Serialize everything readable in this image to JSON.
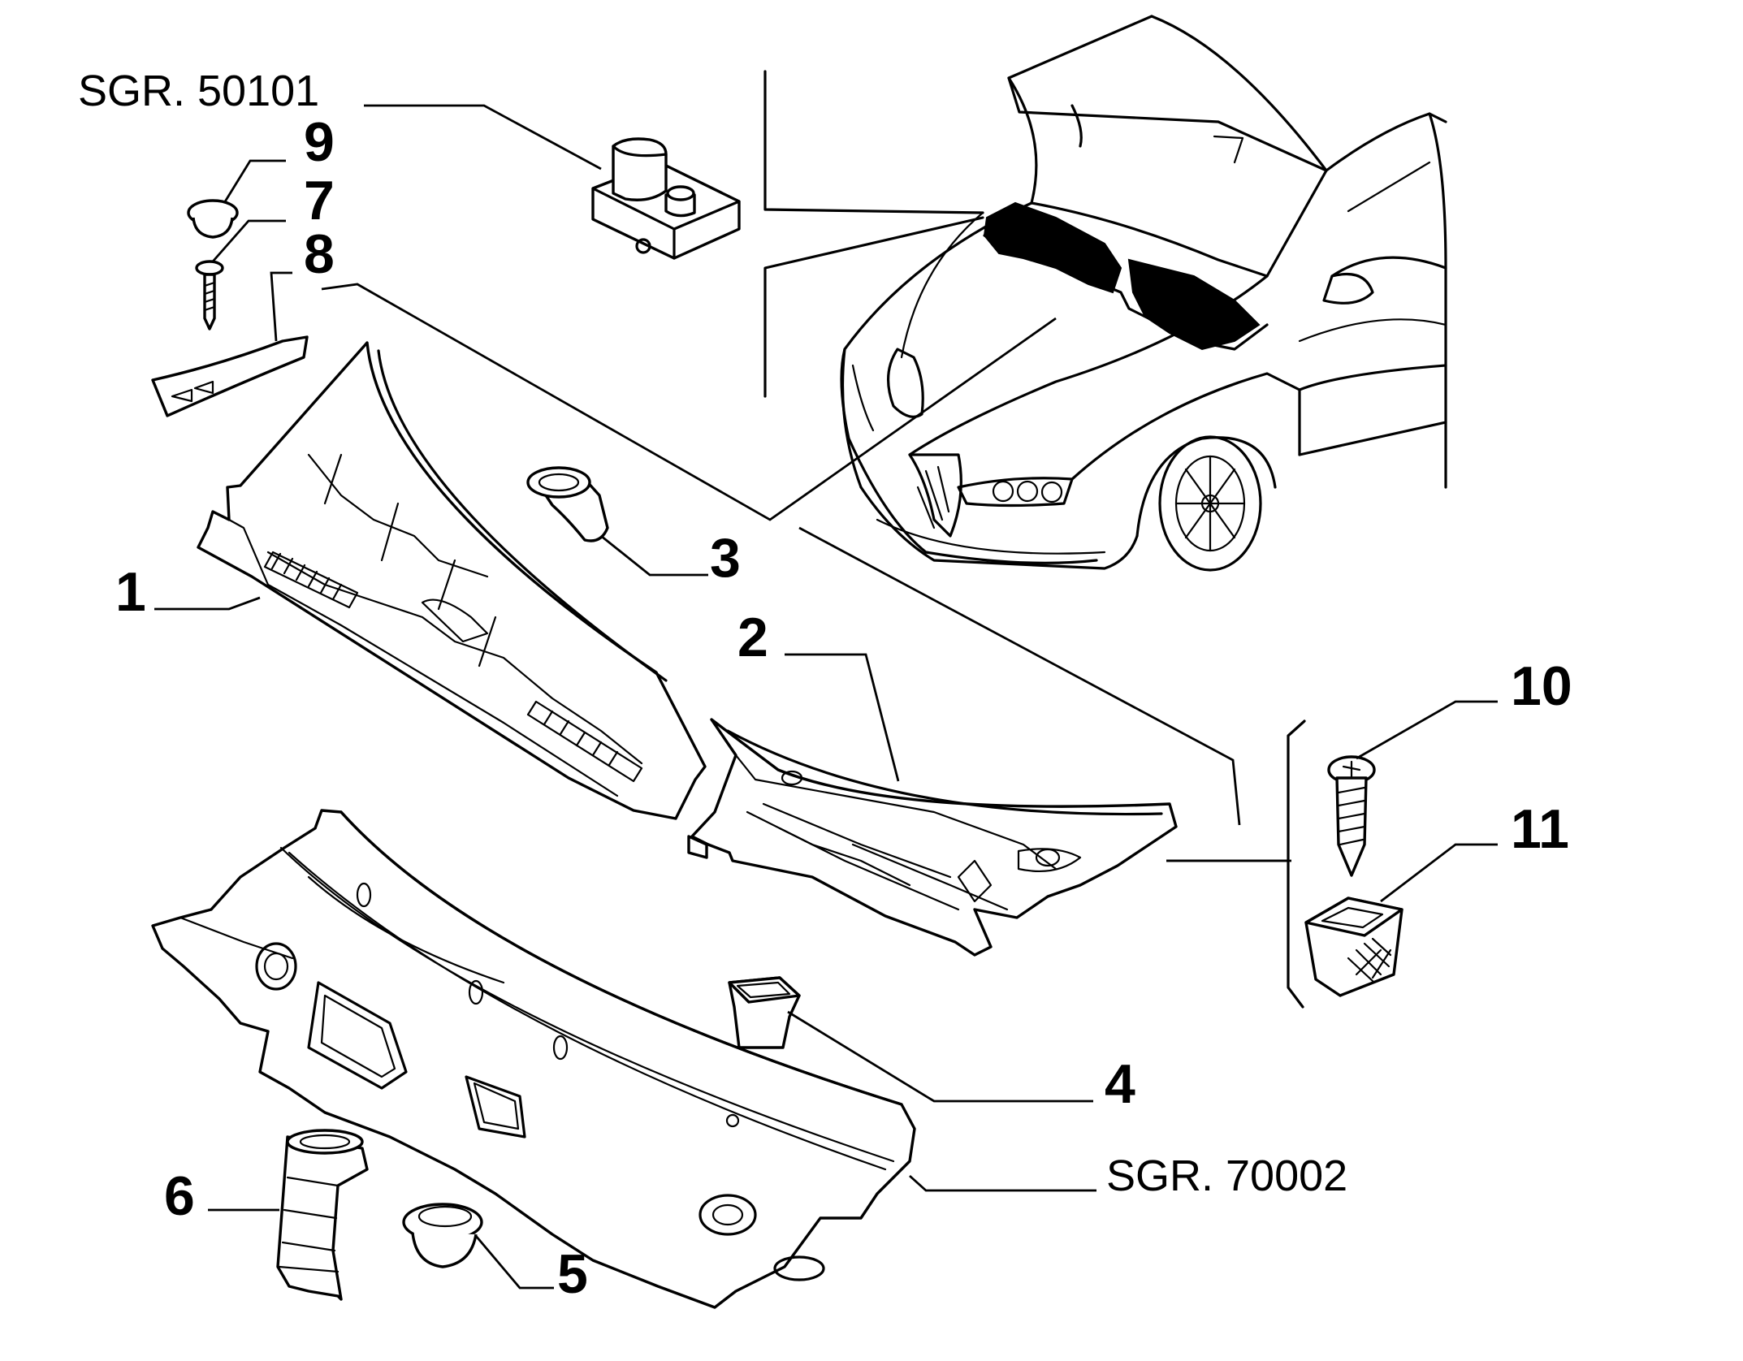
{
  "diagram": {
    "callouts": {
      "ref_50101": "SGR. 50101",
      "ref_70002": "SGR. 70002",
      "n1": "1",
      "n2": "2",
      "n3": "3",
      "n4": "4",
      "n5": "5",
      "n6": "6",
      "n7": "7",
      "n8": "8",
      "n9": "9",
      "n10": "10",
      "n11": "11"
    },
    "colors": {
      "line": "#000000",
      "background": "#ffffff"
    }
  }
}
